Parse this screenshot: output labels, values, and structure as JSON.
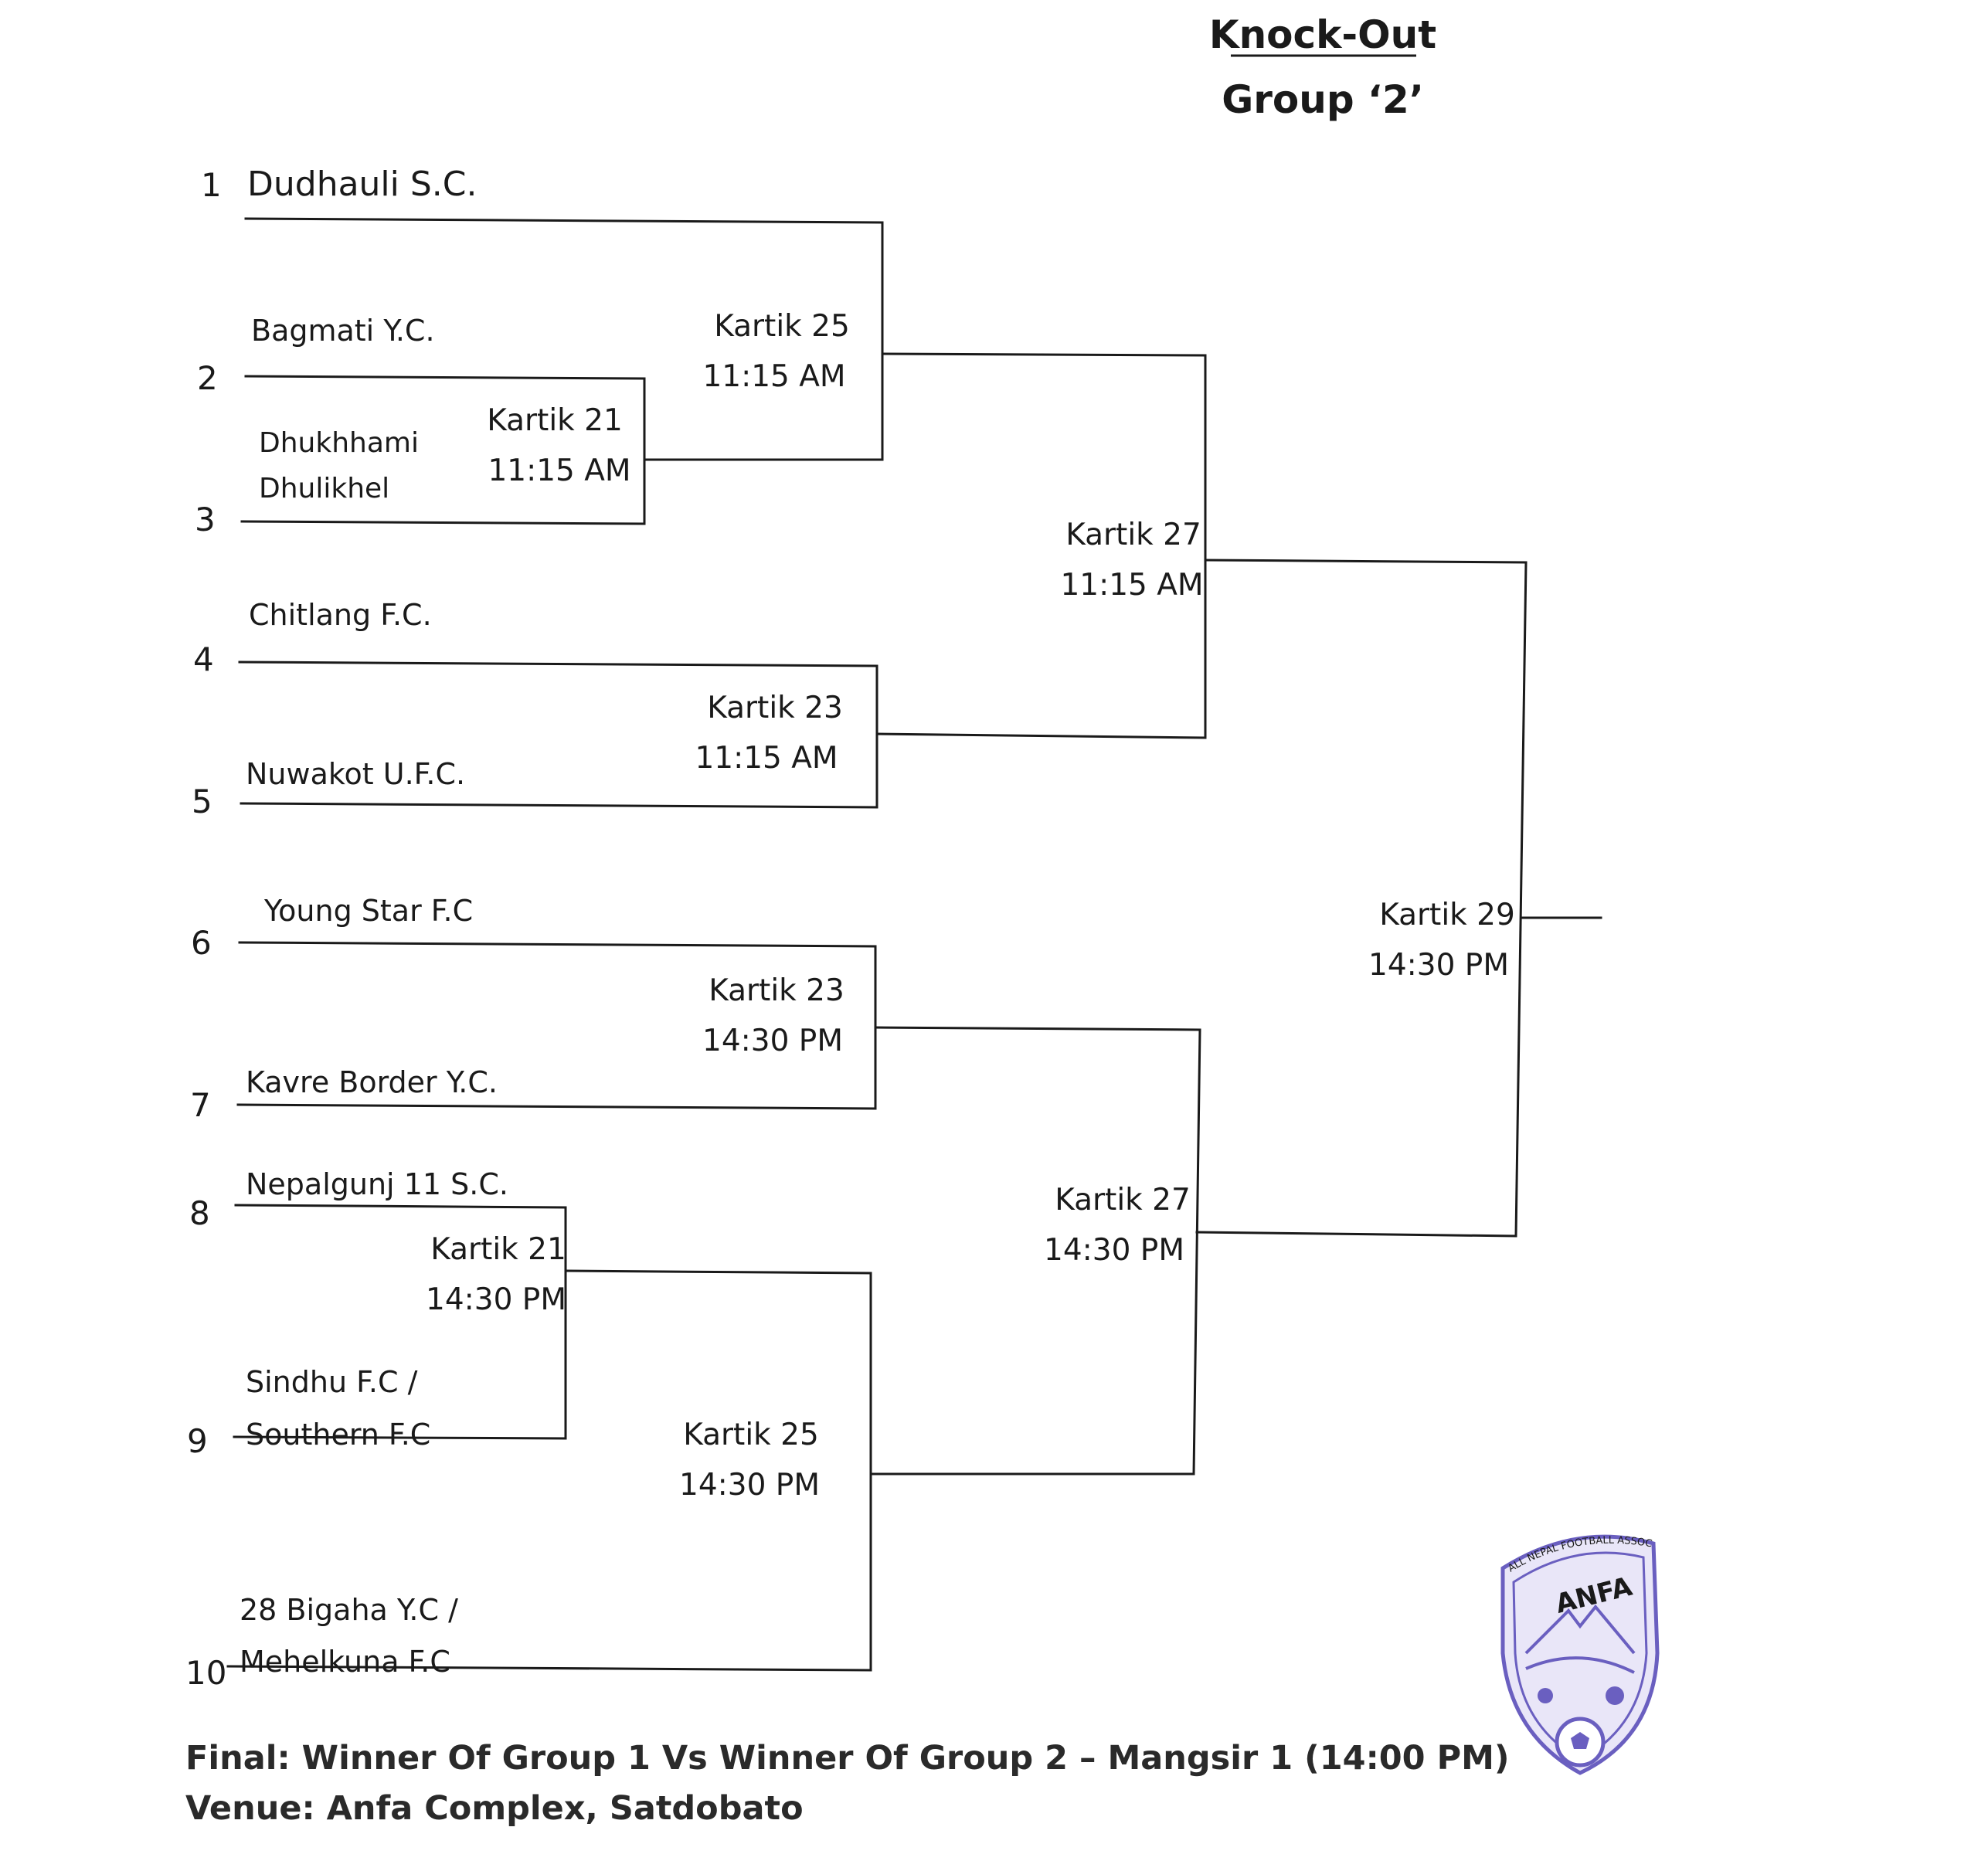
{
  "header": {
    "title": "Knock-Out",
    "subtitle": "Group ‘2’"
  },
  "teams": [
    {
      "seed": "1",
      "lines": [
        "Dudhauli S.C."
      ]
    },
    {
      "seed": "2",
      "lines": [
        "Bagmati Y.C."
      ]
    },
    {
      "seed": "3",
      "lines": [
        "Dhukhhami",
        "Dhulikhel"
      ]
    },
    {
      "seed": "4",
      "lines": [
        "Chitlang F.C."
      ]
    },
    {
      "seed": "5",
      "lines": [
        "Nuwakot U.F.C."
      ]
    },
    {
      "seed": "6",
      "lines": [
        "Young Star F.C"
      ]
    },
    {
      "seed": "7",
      "lines": [
        "Kavre Border Y.C."
      ]
    },
    {
      "seed": "8",
      "lines": [
        "Nepalgunj 11 S.C."
      ]
    },
    {
      "seed": "9",
      "lines": [
        "Sindhu F.C /",
        "Southern F.C"
      ]
    },
    {
      "seed": "10",
      "lines": [
        "28 Bigaha Y.C /",
        "Mehelkuna F.C"
      ]
    }
  ],
  "matches": {
    "m1": {
      "date": "Kartik 21",
      "time": "11:15 AM"
    },
    "m2": {
      "date": "Kartik 25",
      "time": "11:15 AM"
    },
    "m3": {
      "date": "Kartik 23",
      "time": "11:15 AM"
    },
    "m4": {
      "date": "Kartik 27",
      "time": "11:15 AM"
    },
    "m5": {
      "date": "Kartik 23",
      "time": "14:30 PM"
    },
    "m6": {
      "date": "Kartik 21",
      "time": "14:30 PM"
    },
    "m7": {
      "date": "Kartik 25",
      "time": "14:30 PM"
    },
    "m8": {
      "date": "Kartik 27",
      "time": "14:30 PM"
    },
    "m9": {
      "date": "Kartik 29",
      "time": "14:30 PM"
    }
  },
  "footer": {
    "final": "Final: Winner Of Group 1 Vs Winner Of Group 2 – Mangsir 1 (14:00 PM)",
    "venue": "Venue: Anfa Complex, Satdobato"
  },
  "stamp": {
    "ring_text": "ALL NEPAL FOOTBALL ASSOCIATION",
    "abbr": "ANFA",
    "color": "#6a5fc0"
  }
}
